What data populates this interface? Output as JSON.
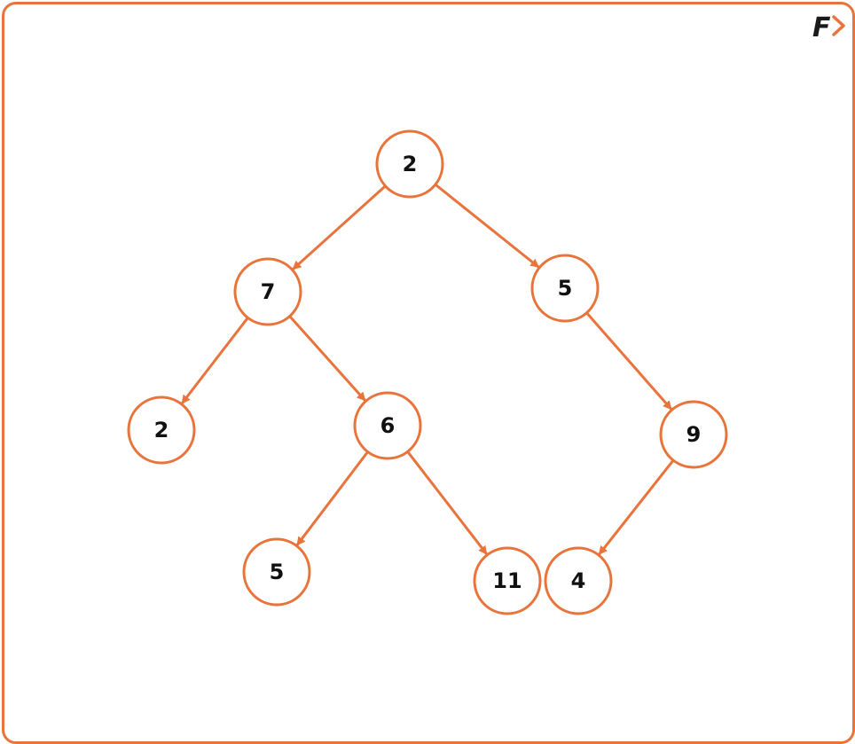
{
  "colors": {
    "accent": "#E8743B",
    "node_fill": "#FFFFFF",
    "text": "#111111",
    "logo_dark": "#1A1A1A"
  },
  "logo": {
    "letter": "F",
    "icon": "chevron-right-icon"
  },
  "tree": {
    "nodes": [
      {
        "id": "n1",
        "label": "2"
      },
      {
        "id": "n2",
        "label": "7"
      },
      {
        "id": "n3",
        "label": "5"
      },
      {
        "id": "n4",
        "label": "2"
      },
      {
        "id": "n5",
        "label": "6"
      },
      {
        "id": "n6",
        "label": "9"
      },
      {
        "id": "n7",
        "label": "5"
      },
      {
        "id": "n8",
        "label": "11"
      },
      {
        "id": "n9",
        "label": "4"
      }
    ],
    "edges": [
      {
        "from": "n1",
        "to": "n2"
      },
      {
        "from": "n1",
        "to": "n3"
      },
      {
        "from": "n2",
        "to": "n4"
      },
      {
        "from": "n2",
        "to": "n5"
      },
      {
        "from": "n5",
        "to": "n7"
      },
      {
        "from": "n5",
        "to": "n8"
      },
      {
        "from": "n3",
        "to": "n6"
      },
      {
        "from": "n6",
        "to": "n9"
      }
    ]
  }
}
